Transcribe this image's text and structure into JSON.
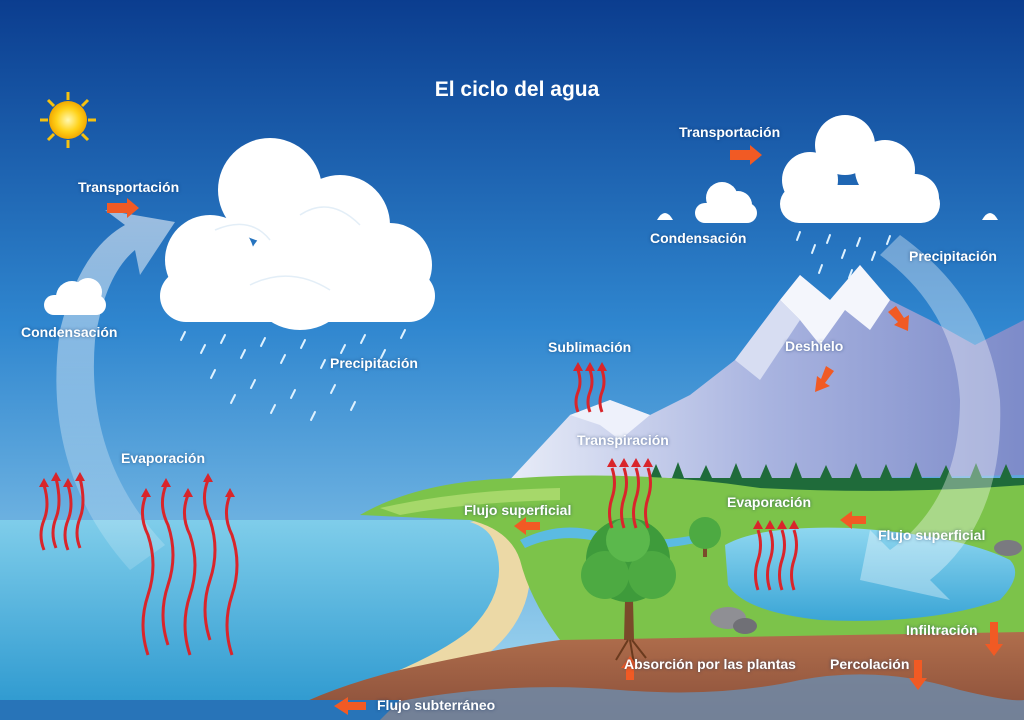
{
  "title": "El ciclo del agua",
  "labels": {
    "transport_left": "Transportación",
    "condensation_left": "Condensación",
    "precipitation_left": "Precipitación",
    "evaporation_left": "Evaporación",
    "transport_right": "Transportación",
    "condensation_right": "Condensación",
    "precipitation_right": "Precipitación",
    "sublimation": "Sublimación",
    "snowmelt": "Deshielo",
    "transpiration": "Transpiración",
    "surface_flow_left": "Flujo superficial",
    "evaporation_right": "Evaporación",
    "surface_flow_right": "Flujo superficial",
    "infiltration": "Infiltración",
    "plant_absorption": "Absorción por las plantas",
    "percolation": "Percolación",
    "groundwater_flow": "Flujo subterráneo"
  },
  "colors": {
    "sky_top": "#0b3d8f",
    "sky_bottom": "#a9dcf2",
    "ocean": "#4fb6de",
    "arrow_red": "#d9252b",
    "arrow_orange": "#f15a24",
    "grass": "#7cc34a",
    "soil": "#a8674a",
    "mountain": "#aab4e3",
    "label_text": "#ffffff"
  }
}
